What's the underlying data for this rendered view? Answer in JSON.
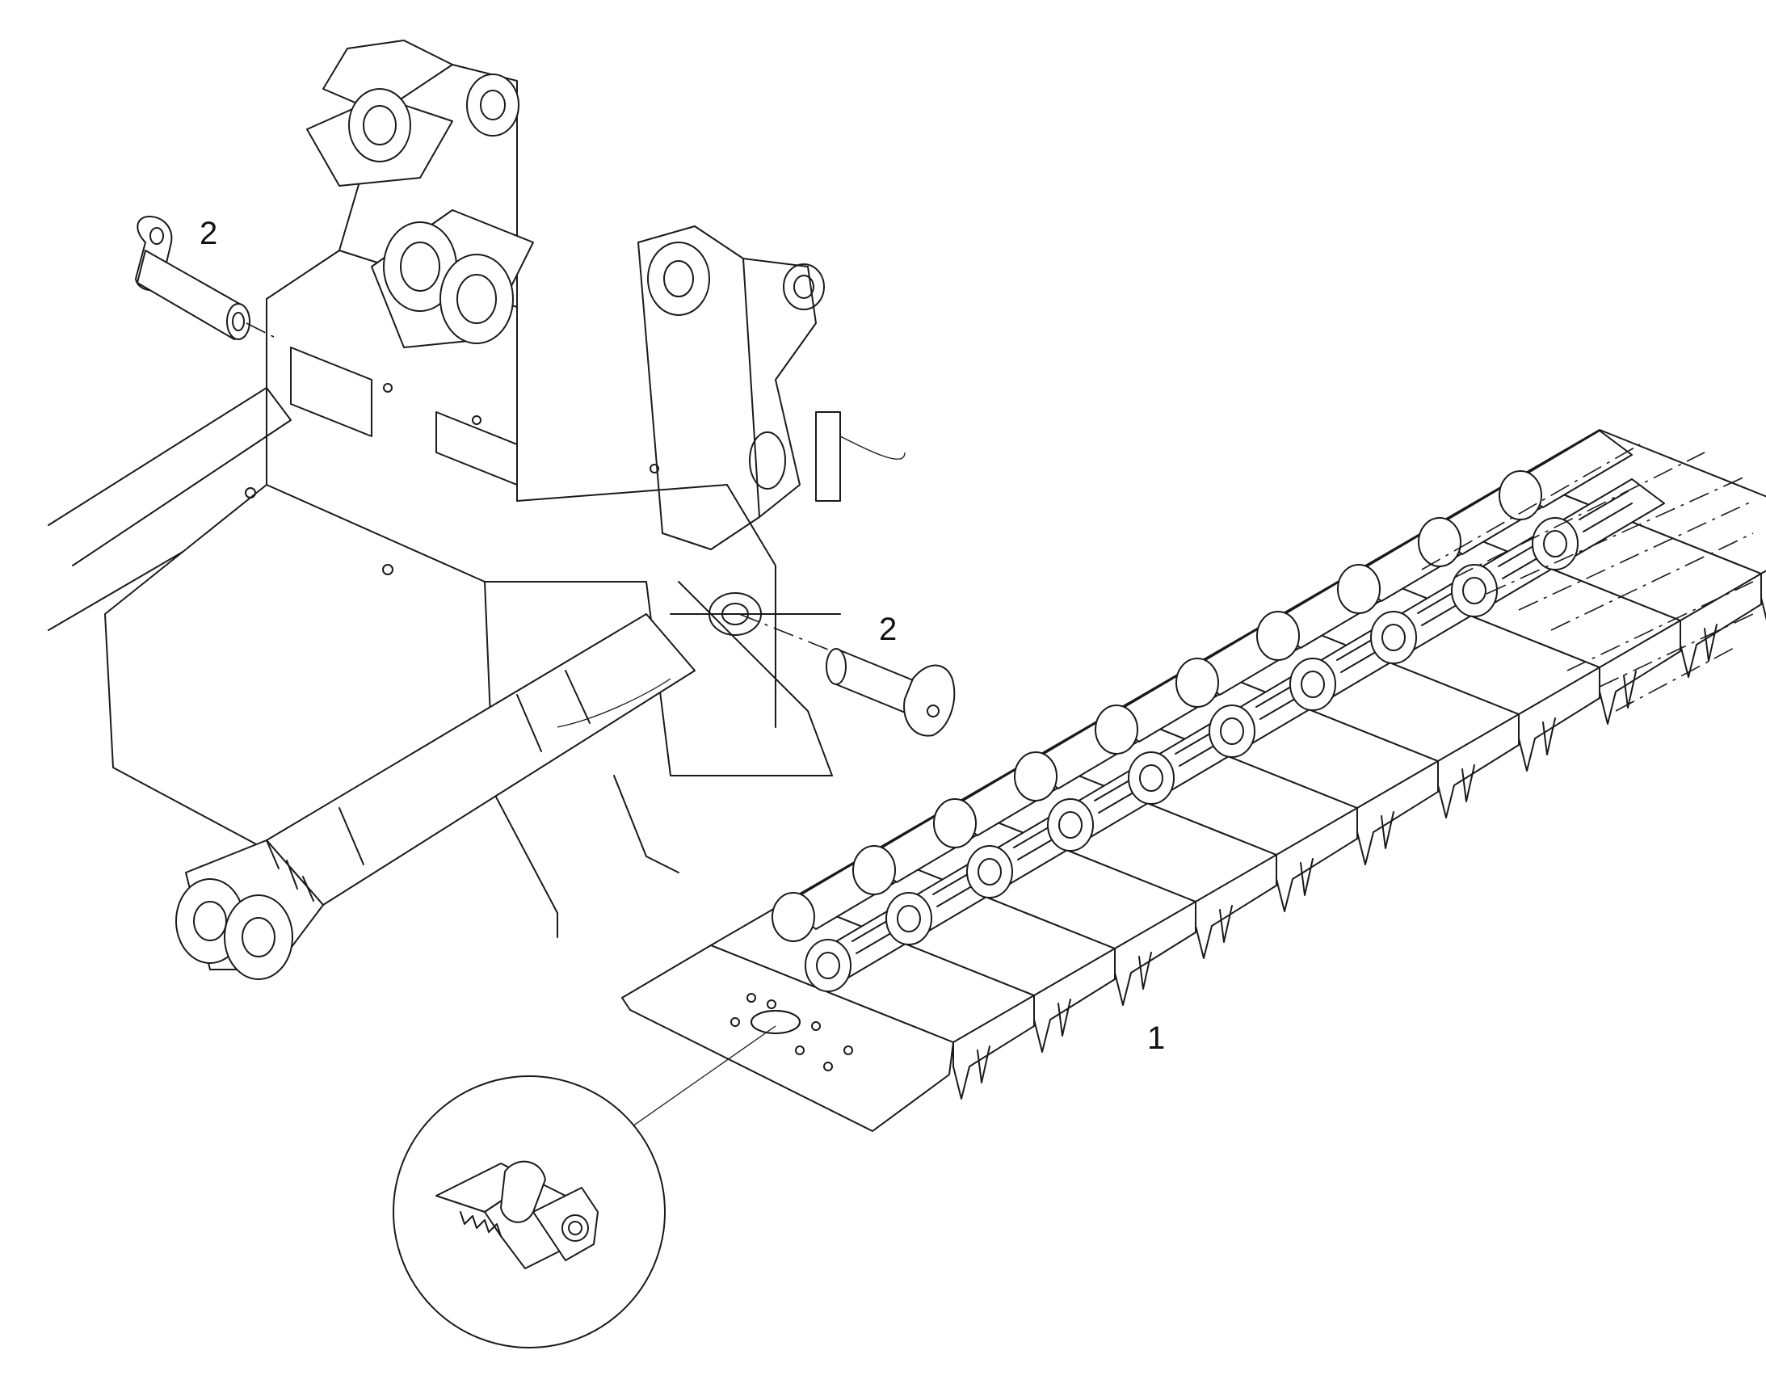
{
  "callouts": [
    {
      "id": "1",
      "label": "1",
      "part": "track-chain-assembly"
    },
    {
      "id": "2a",
      "label": "2",
      "part": "pin-upper"
    },
    {
      "id": "2b",
      "label": "2",
      "part": "pin-lower"
    }
  ],
  "colors": {
    "line": "#1a1a1a",
    "background": "#ffffff"
  }
}
